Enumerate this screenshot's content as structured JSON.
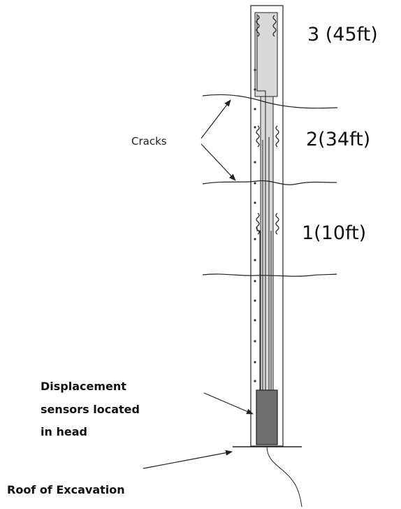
{
  "anchors": [
    {
      "label": "3 (45ft)"
    },
    {
      "label": "2(34ft)"
    },
    {
      "label": "1(10ft)"
    }
  ],
  "cracks_label": "Cracks",
  "sensor_label": [
    "Displacement",
    "sensors located",
    "in head"
  ],
  "roof_label": "Roof of Excavation",
  "colors": {
    "line": "#222222",
    "rod_fill": "#d9d9d9",
    "head_fill": "#6f6f6f"
  }
}
